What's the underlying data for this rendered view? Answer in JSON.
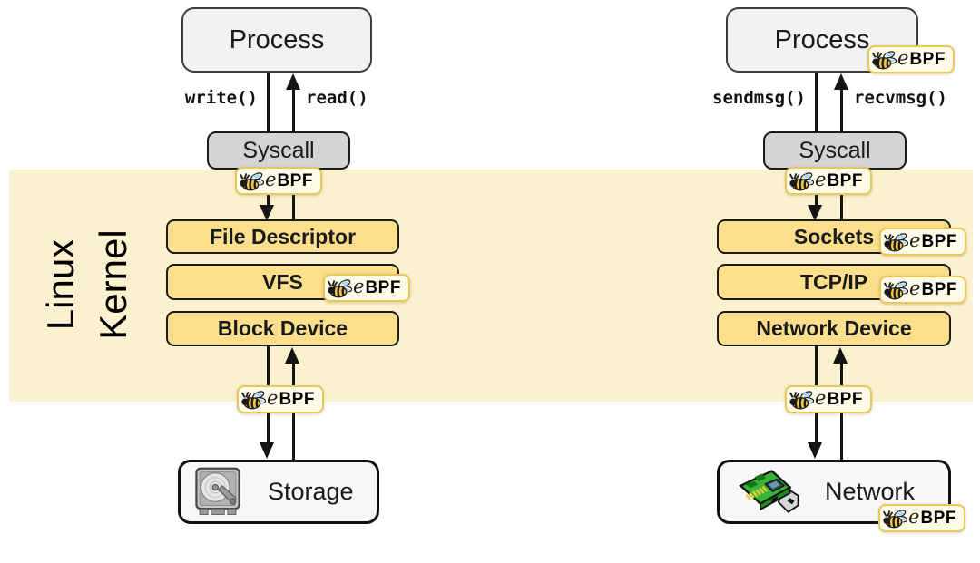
{
  "kernel_band": {
    "label_line1": "Linux",
    "label_line2": "Kernel"
  },
  "ebpf": {
    "e": "e",
    "bpf": "BPF"
  },
  "storage_stack": {
    "process": "Process",
    "syscall": "Syscall",
    "call_down": "write()",
    "call_up": "read()",
    "layers": {
      "fd": "File Descriptor",
      "vfs": "VFS",
      "block": "Block Device"
    },
    "endpoint": "Storage"
  },
  "network_stack": {
    "process": "Process",
    "syscall": "Syscall",
    "call_down": "sendmsg()",
    "call_up": "recvmsg()",
    "layers": {
      "sockets": "Sockets",
      "tcpip": "TCP/IP",
      "netdev": "Network Device"
    },
    "endpoint": "Network"
  },
  "icons": {
    "bee": "ebpf-bee-icon",
    "storage": "hard-disk-drive-icon",
    "network": "network-interface-card-icon"
  },
  "colors": {
    "kernel_band": "#FCF1CE",
    "layer_box": "#FBDF8D",
    "process_box": "#F2F2F2",
    "syscall_box": "#D4D4D4",
    "endpoint_box": "#F7F7F7",
    "badge_bg": "#FFFBE9",
    "badge_border": "#E9C85B"
  }
}
